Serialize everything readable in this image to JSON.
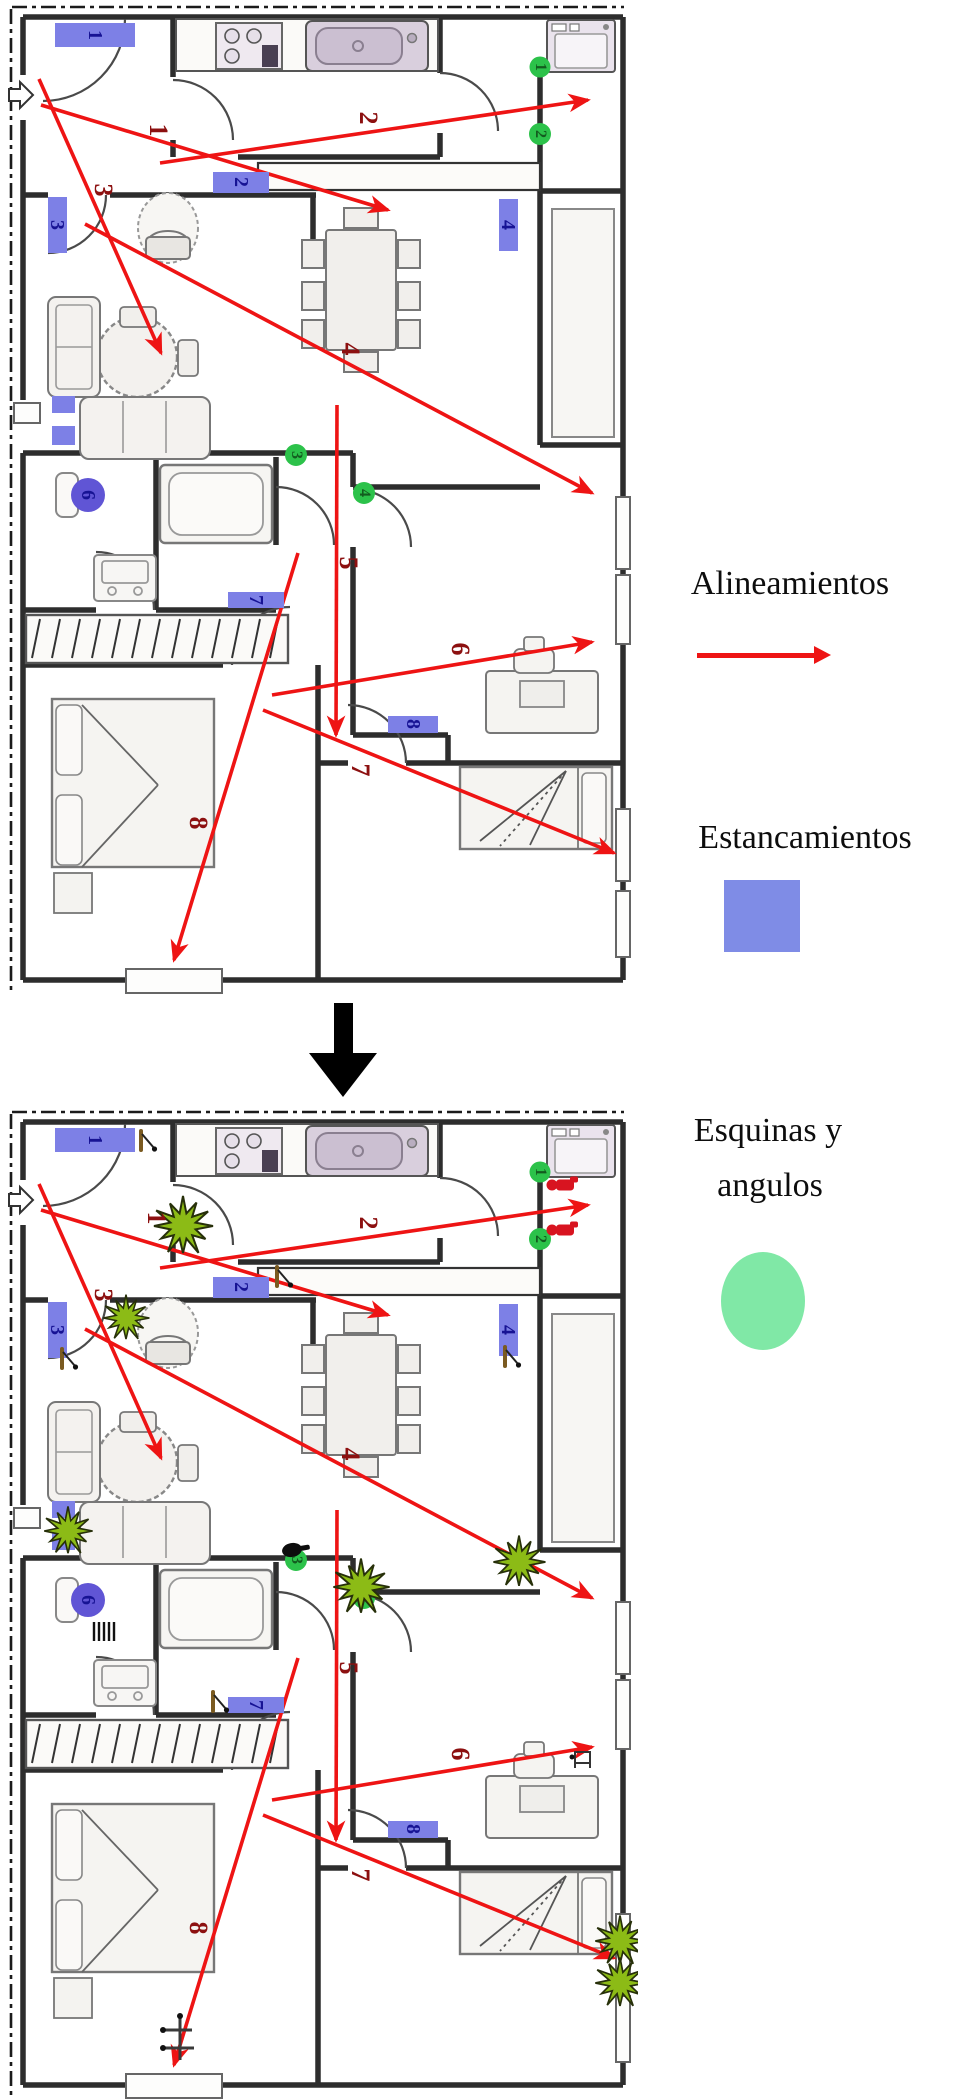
{
  "legend": {
    "alignments_label": "Alineamientos",
    "stagnations_label": "Estancamientos",
    "corners_label_line1": "Esquinas y",
    "corners_label_line2": "angulos"
  },
  "colors": {
    "alignment_arrow_red": "#ee1414",
    "arrow_number_dark_red": "#8c1010",
    "stagnation_blue": "#7d80e6",
    "stagnation_toilet_circle_blue": "#6055d5",
    "stagnation_number_navy": "#171394",
    "corner_dot_green": "#2cc24a",
    "corner_number_green": "#135c1f",
    "corner_legend_green": "#80e8a6",
    "impact_star_green": "#8cbb16",
    "transition_arrow_black": "#000000"
  },
  "alignment_labels": [
    "1",
    "2",
    "3",
    "4",
    "5",
    "6",
    "7",
    "8"
  ],
  "stagnation_labels": [
    "1",
    "2",
    "3",
    "4",
    "6",
    "7",
    "8"
  ],
  "corner_labels": [
    "1",
    "2",
    "3",
    "4"
  ]
}
